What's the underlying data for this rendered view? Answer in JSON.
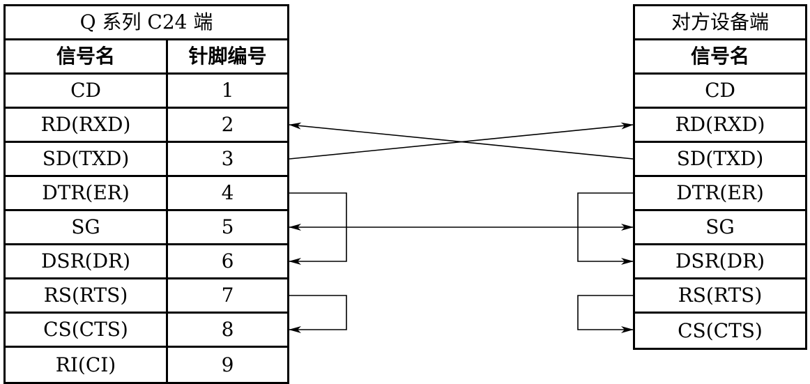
{
  "left_table": {
    "title": "Q 系列 C24 端",
    "columns": [
      {
        "label": "信号名"
      },
      {
        "label": "针脚编号"
      }
    ],
    "rows": [
      {
        "signal": "CD",
        "pin": "1"
      },
      {
        "signal": "RD(RXD)",
        "pin": "2"
      },
      {
        "signal": "SD(TXD)",
        "pin": "3"
      },
      {
        "signal": "DTR(ER)",
        "pin": "4"
      },
      {
        "signal": "SG",
        "pin": "5"
      },
      {
        "signal": "DSR(DR)",
        "pin": "6"
      },
      {
        "signal": "RS(RTS)",
        "pin": "7"
      },
      {
        "signal": "CS(CTS)",
        "pin": "8"
      },
      {
        "signal": "RI(CI)",
        "pin": "9"
      }
    ]
  },
  "right_table": {
    "title": "对方设备端",
    "columns": [
      {
        "label": "信号名"
      }
    ],
    "rows": [
      {
        "signal": "CD"
      },
      {
        "signal": "RD(RXD)"
      },
      {
        "signal": "SD(TXD)"
      },
      {
        "signal": "DTR(ER)"
      },
      {
        "signal": "SG"
      },
      {
        "signal": "DSR(DR)"
      },
      {
        "signal": "RS(RTS)"
      },
      {
        "signal": "CS(CTS)"
      }
    ]
  },
  "connections": [
    {
      "from_side": "right",
      "from_signal": "SD(TXD)",
      "to_side": "left",
      "to_signal": "RD(RXD)",
      "route": "straight",
      "arrows": "end"
    },
    {
      "from_side": "left",
      "from_signal": "SD(TXD)",
      "to_side": "right",
      "to_signal": "RD(RXD)",
      "route": "straight",
      "arrows": "end"
    },
    {
      "from_side": "left",
      "from_signal": "SG",
      "to_side": "right",
      "to_signal": "SG",
      "route": "straight",
      "arrows": "both"
    },
    {
      "from_side": "left",
      "from_signal": "DTR(ER)",
      "to_side": "left",
      "to_signal": "DSR(DR)",
      "route": "loop",
      "arrows": "end"
    },
    {
      "from_side": "right",
      "from_signal": "DTR(ER)",
      "to_side": "right",
      "to_signal": "DSR(DR)",
      "route": "loop",
      "arrows": "end"
    },
    {
      "from_side": "left",
      "from_signal": "RS(RTS)",
      "to_side": "left",
      "to_signal": "CS(CTS)",
      "route": "loop",
      "arrows": "end"
    },
    {
      "from_side": "right",
      "from_signal": "RS(RTS)",
      "to_side": "right",
      "to_signal": "CS(CTS)",
      "route": "loop",
      "arrows": "end"
    }
  ],
  "colors": {
    "line": "#000000",
    "background": "#ffffff",
    "text": "#000000"
  }
}
